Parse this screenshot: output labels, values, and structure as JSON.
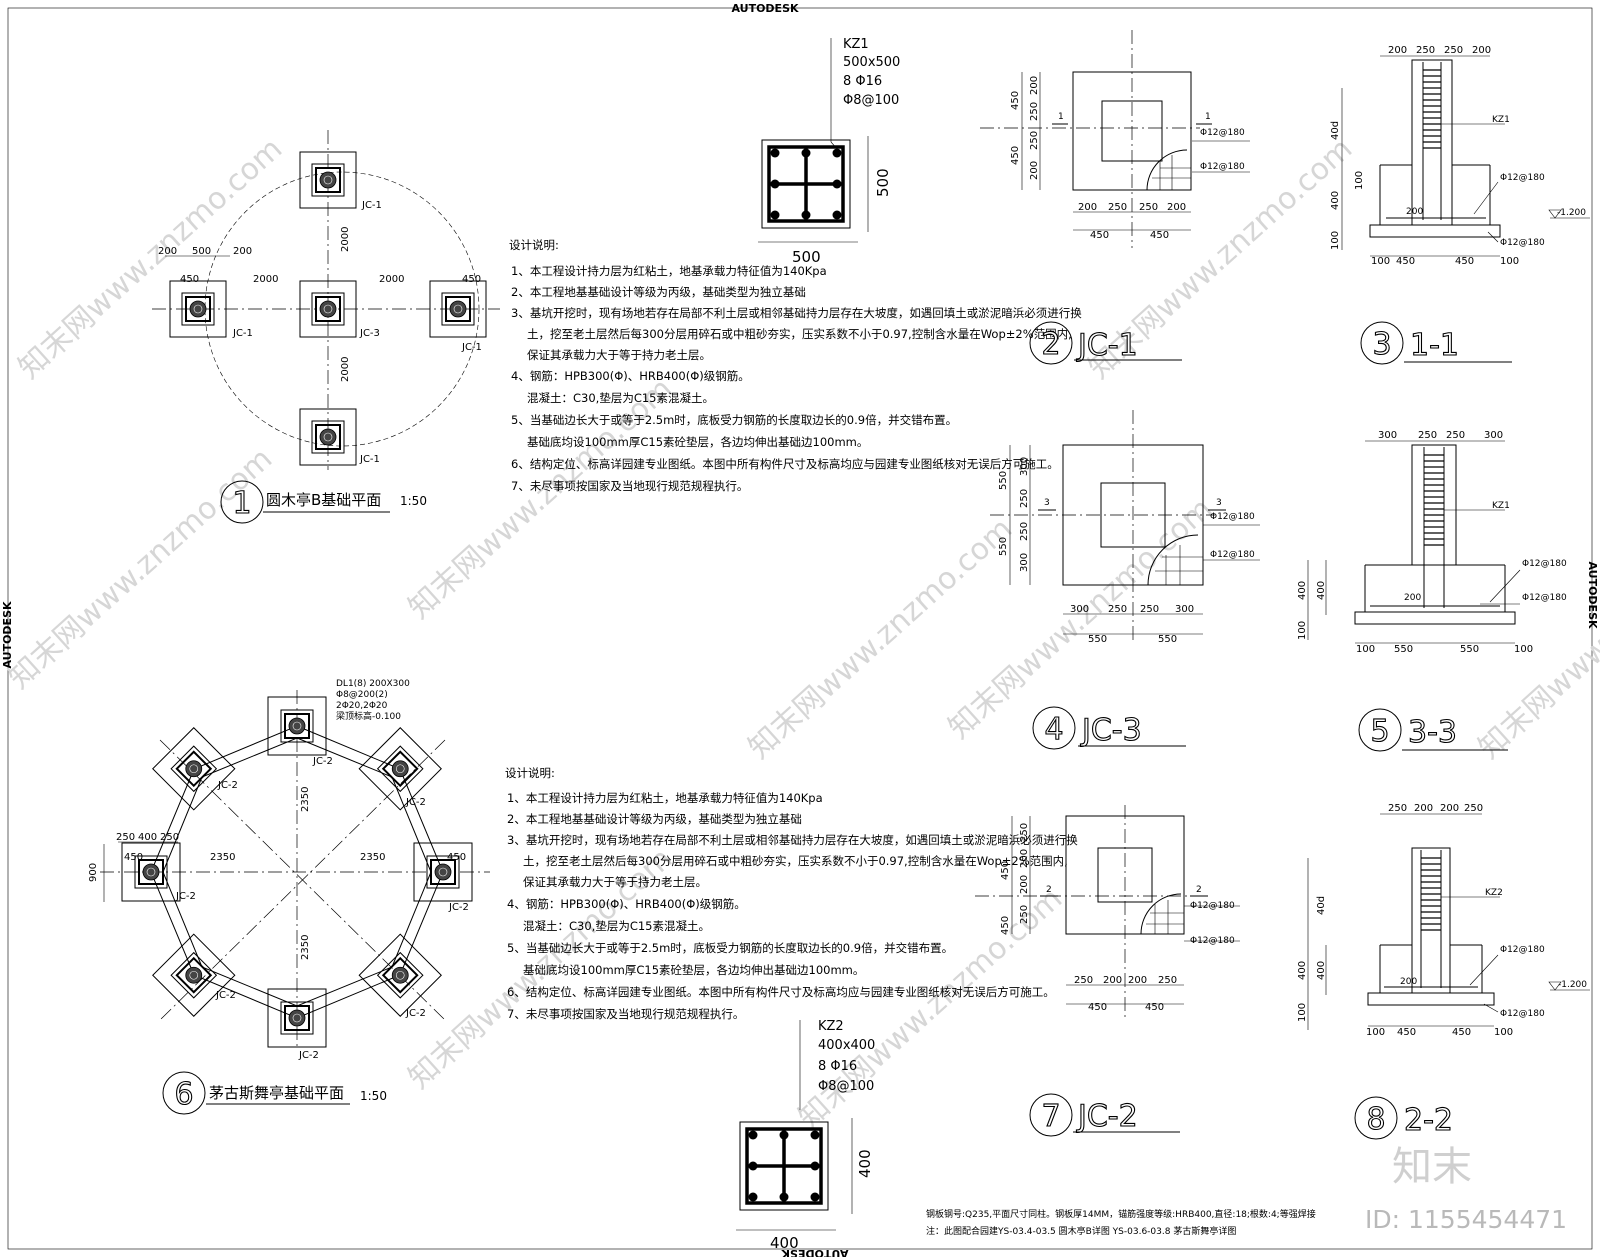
{
  "brand": {
    "top": "AUTODESK",
    "left": "AUTODESK",
    "right": "AUTODESK",
    "bottom": "AUTODESK"
  },
  "watermark": {
    "text": "知末网www.znzmo.com",
    "logo": "知末",
    "id": "ID: 1155454471"
  },
  "plan1": {
    "num": "1",
    "title": "圆木亭B基础平面",
    "scale": "1:50",
    "labels": [
      "JC-1",
      "JC-1",
      "JC-3",
      "JC-1",
      "JC-1"
    ],
    "dims": [
      "200",
      "500",
      "200",
      "450",
      "2000",
      "2000",
      "450",
      "2000",
      "2000"
    ]
  },
  "col1": {
    "name": "KZ1",
    "size": "500x500",
    "main": "8 Φ16",
    "stirrup": "Φ8@100",
    "w": "500",
    "h": "500"
  },
  "notes1": {
    "head": "设计说明:",
    "lines": [
      "1、本工程设计持力层为红粘土，地基承载力特征值为140Kpa",
      "2、本工程地基基础设计等级为丙级，基础类型为独立基础",
      "3、基坑开挖时，现有场地若存在局部不利土层或相邻基础持力层存在大坡度，如遇回填土或淤泥暗浜必须进行换",
      "土，挖至老土层然后每300分层用碎石或中粗砂夯实，压实系数不小于0.97,控制含水量在Wop±2%范围内,",
      "保证其承载力大于等于持力老土层。",
      "4、钢筋：HPB300(Φ)、HRB400(Φ)级钢筋。",
      "混凝土：C30,垫层为C15素混凝土。",
      "5、当基础边长大于或等于2.5m时，底板受力钢筋的长度取边长的0.9倍，并交错布置。",
      "基础底均设100mm厚C15素砼垫层，各边均伸出基础边100mm。",
      "6、结构定位、标高详园建专业图纸。本图中所有构件尺寸及标高均应与园建专业图纸核对无误后方可施工。",
      "7、未尽事项按国家及当地现行规范规程执行。"
    ]
  },
  "notes2": {
    "head": "设计说明:",
    "lines": [
      "1、本工程设计持力层为红粘土，地基承载力特征值为140Kpa",
      "2、本工程地基基础设计等级为丙级，基础类型为独立基础",
      "3、基坑开挖时，现有场地若存在局部不利土层或相邻基础持力层存在大坡度，如遇回填土或淤泥暗浜必须进行换",
      "土，挖至老土层然后每300分层用碎石或中粗砂夯实，压实系数不小于0.97,控制含水量在Wop±2%范围内,",
      "保证其承载力大于等于持力老土层。",
      "4、钢筋：HPB300(Φ)、HRB400(Φ)级钢筋。",
      "混凝土：C30,垫层为C15素混凝土。",
      "5、当基础边长大于或等于2.5m时，底板受力钢筋的长度取边长的0.9倍，并交错布置。",
      "基础底均设100mm厚C15素砼垫层，各边均伸出基础边100mm。",
      "6、结构定位、标高详园建专业图纸。本图中所有构件尺寸及标高均应与园建专业图纸核对无误后方可施工。",
      "7、未尽事项按国家及当地现行规范规程执行。"
    ]
  },
  "plan6": {
    "num": "6",
    "title": "茅古斯舞亭基础平面",
    "scale": "1:50",
    "beam": [
      "DL1(8) 200X300",
      "Φ8@200(2)",
      "2Φ20,2Φ20",
      "梁顶标高-0.100"
    ],
    "labels": [
      "JC-2",
      "JC-2",
      "JC-2",
      "JC-2",
      "JC-2",
      "JC-2",
      "JC-2",
      "JC-2"
    ],
    "dims": [
      "250",
      "400",
      "250",
      "450",
      "900",
      "2350",
      "2350",
      "2350",
      "2350"
    ]
  },
  "col2": {
    "name": "KZ2",
    "size": "400x400",
    "main": "8 Φ16",
    "stirrup": "Φ8@100",
    "w": "400",
    "h": "400"
  },
  "jc1": {
    "num": "2",
    "title": "JC-1",
    "cut": "1",
    "rebar": [
      "Φ12@180",
      "Φ12@180"
    ],
    "dims": [
      "200",
      "250",
      "250",
      "200",
      "450",
      "450"
    ]
  },
  "sec1": {
    "num": "3",
    "title": "1-1",
    "col": "KZ1",
    "rebar": [
      "Φ12@180",
      "Φ12@180"
    ],
    "elev": "-1.200",
    "top": [
      "200",
      "250",
      "250",
      "200"
    ],
    "bot": [
      "100",
      "450",
      "450",
      "100"
    ],
    "left": [
      "40d",
      "100",
      "400",
      "100"
    ],
    "inner": "200"
  },
  "jc3": {
    "num": "4",
    "title": "JC-3",
    "cut": "3",
    "rebar": [
      "Φ12@180",
      "Φ12@180"
    ],
    "dims": [
      "300",
      "250",
      "250",
      "300",
      "550",
      "550"
    ]
  },
  "sec3": {
    "num": "5",
    "title": "3-3",
    "col": "KZ1",
    "rebar": [
      "Φ12@180",
      "Φ12@180"
    ],
    "top": [
      "300",
      "250",
      "250",
      "300"
    ],
    "bot": [
      "100",
      "550",
      "550",
      "100"
    ],
    "left": [
      "400",
      "100"
    ],
    "inner": "200"
  },
  "jc2": {
    "num": "7",
    "title": "JC-2",
    "cut": "2",
    "rebar": [
      "Φ12@180",
      "Φ12@180"
    ],
    "dims": [
      "250",
      "200",
      "200",
      "250",
      "450",
      "450"
    ]
  },
  "sec2": {
    "num": "8",
    "title": "2-2",
    "col": "KZ2",
    "rebar": [
      "Φ12@180",
      "Φ12@180"
    ],
    "elev": "-1.200",
    "top": [
      "250",
      "200",
      "200",
      "250"
    ],
    "bot": [
      "100",
      "450",
      "450",
      "100"
    ],
    "left": [
      "40d",
      "400",
      "100"
    ],
    "inner": "200"
  },
  "footer": [
    "钢板钢号:Q235,平面尺寸同柱。钢板厚14MM，锚筋强度等级:HRB400,直径:18;根数:4;等强焊接",
    "注：此图配合园建YS-03.4-03.5 圆木亭B详图    YS-03.6-03.8 茅古斯舞亭详图"
  ]
}
